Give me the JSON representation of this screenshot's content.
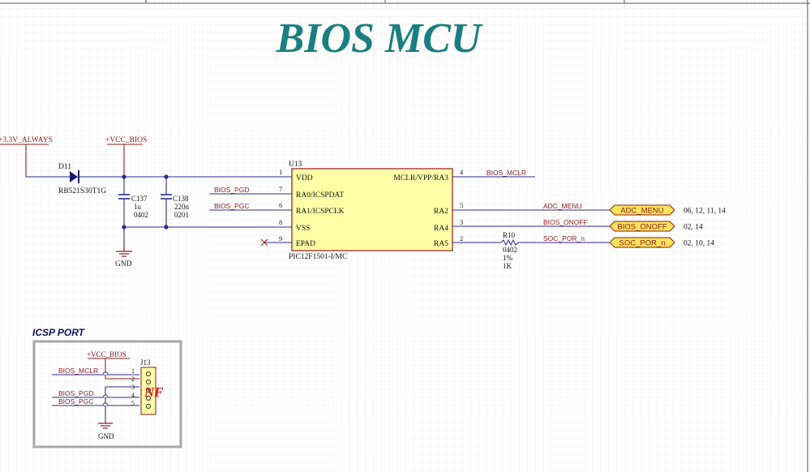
{
  "title": "BIOS MCU",
  "power": {
    "rail_3v3": "+3.3V_ALWAYS",
    "rail_vcc_bios": "+VCC_BIOS",
    "gnd": "GND"
  },
  "diode": {
    "ref": "D11",
    "part": "RB521S30T1G"
  },
  "c137": {
    "ref": "C137",
    "value": "1u",
    "pkg": "0402"
  },
  "c138": {
    "ref": "C138",
    "value": "220n",
    "pkg": "0201"
  },
  "mcu": {
    "ref": "U13",
    "part": "PIC12F1501-I/MC",
    "pins": [
      {
        "num": "1",
        "name": "VDD"
      },
      {
        "num": "7",
        "name": "RA0/ICSPDAT"
      },
      {
        "num": "6",
        "name": "RA1/ICSPCLK"
      },
      {
        "num": "8",
        "name": "VSS"
      },
      {
        "num": "9",
        "name": "EPAD"
      },
      {
        "num": "4",
        "name": "MCLR/VPP/RA3"
      },
      {
        "num": "5",
        "name": "RA2"
      },
      {
        "num": "3",
        "name": "RA4"
      },
      {
        "num": "2",
        "name": "RA5"
      }
    ]
  },
  "nets": {
    "bios_pgd": "BIOS_PGD",
    "bios_pgc": "BIOS_PGC",
    "bios_mclr": "BIOS_MCLR",
    "adc_menu": "ADC_MENU",
    "bios_onoff": "BIOS_ONOFF",
    "soc_por_n": "SOC_POR_n"
  },
  "r10": {
    "ref": "R10",
    "pkg": "0402",
    "tol": "1%",
    "value": "1K"
  },
  "ports": [
    {
      "label": "ADC_MENU",
      "pages": "06, 12, 11, 14"
    },
    {
      "label": "BIOS_ONOFF",
      "pages": "02, 14"
    },
    {
      "label": "SOC_POR_n",
      "pages": "02, 10, 14"
    }
  ],
  "icsp": {
    "title": "ICSP PORT",
    "vcc": "+VCC_BIOS",
    "gnd": "GND",
    "connector": "J13",
    "nf": "NF",
    "pins": [
      "1",
      "2",
      "3",
      "4",
      "5"
    ],
    "nets": [
      "BIOS_MCLR",
      "BIOS_PGD",
      "BIOS_PGC"
    ]
  },
  "colors": {
    "title": "#1a7f80",
    "wire": "#2b2b8c",
    "power": "#8b2020",
    "ic_fill": "#ffffa8",
    "port_fill": "#ffe45c",
    "nf": "#e02020"
  }
}
